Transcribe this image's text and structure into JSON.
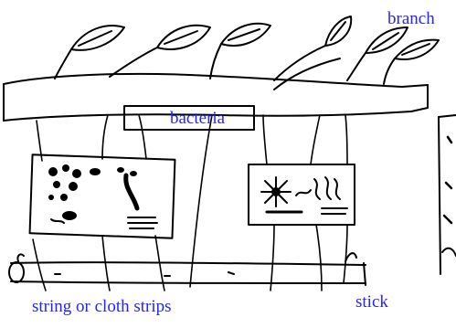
{
  "labels": {
    "branch": "branch",
    "bacteria": "bacteria",
    "strings": "string or cloth strips",
    "stick": "stick"
  },
  "colors": {
    "label_text": "#2424ff",
    "ink": "#000000",
    "paper": "#ffffff"
  }
}
